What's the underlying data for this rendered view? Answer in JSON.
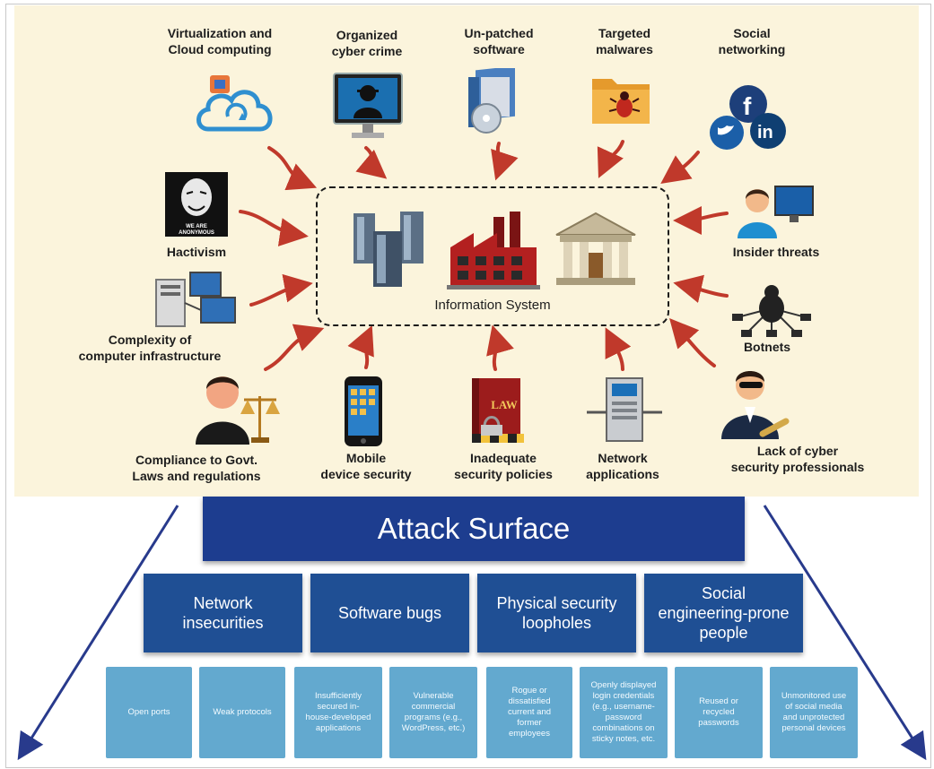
{
  "threats": [
    {
      "id": "virtualization",
      "label": "Virtualization and\nCloud computing",
      "icon": "cloud-sync-icon"
    },
    {
      "id": "cyber-crime",
      "label": "Organized\ncyber crime",
      "icon": "hacker-monitor-icon"
    },
    {
      "id": "unpatched",
      "label": "Un-patched\nsoftware",
      "icon": "software-box-icon"
    },
    {
      "id": "malwares",
      "label": "Targeted\nmalwares",
      "icon": "bug-folder-icon"
    },
    {
      "id": "social-networking",
      "label": "Social\nnetworking",
      "icon": "social-media-icon"
    },
    {
      "id": "hactivism",
      "label": "Hactivism",
      "icon": "anonymous-mask-icon"
    },
    {
      "id": "insider",
      "label": "Insider threats",
      "icon": "insider-user-icon"
    },
    {
      "id": "complexity",
      "label": "Complexity of\ncomputer infrastructure",
      "icon": "computer-network-icon"
    },
    {
      "id": "botnets",
      "label": "Botnets",
      "icon": "botnet-icon"
    },
    {
      "id": "compliance",
      "label": "Compliance to Govt.\nLaws and regulations",
      "icon": "judge-scales-icon"
    },
    {
      "id": "mobile",
      "label": "Mobile\ndevice security",
      "icon": "smartphone-icon"
    },
    {
      "id": "policies",
      "label": "Inadequate\nsecurity policies",
      "icon": "law-book-icon"
    },
    {
      "id": "network-apps",
      "label": "Network\napplications",
      "icon": "network-device-icon"
    },
    {
      "id": "professionals",
      "label": "Lack of cyber\nsecurity professionals",
      "icon": "security-agent-icon"
    }
  ],
  "center": {
    "label": "Information System",
    "icons": [
      "office-buildings-icon",
      "factory-icon",
      "bank-icon"
    ]
  },
  "attack_surface": {
    "title": "Attack Surface"
  },
  "categories": [
    "Network\ninsecurities",
    "Software bugs",
    "Physical security\nloopholes",
    "Social\nengineering-prone\npeople"
  ],
  "details": [
    "Open ports",
    "Weak protocols",
    "Insufficiently\nsecured in-\nhouse-developed\napplications",
    "Vulnerable\ncommercial\nprograms (e.g.,\nWordPress, etc.)",
    "Rogue or\ndissatisfied\ncurrent and\nformer\nemployees",
    "Openly displayed\nlogin credentials\n(e.g., username-\npassword\ncombinations on\nsticky notes, etc.",
    "Reused or\nrecycled\npasswords",
    "Unmonitored use\nof social media\nand unprotected\npersonal devices"
  ],
  "colors": {
    "panel_bg": "#fbf4dc",
    "attack_surface": "#1d3d8f",
    "category": "#1f4f94",
    "detail": "#63a9cf",
    "threat_arrow": "#c0392b",
    "spread_arrow": "#283a8c"
  }
}
